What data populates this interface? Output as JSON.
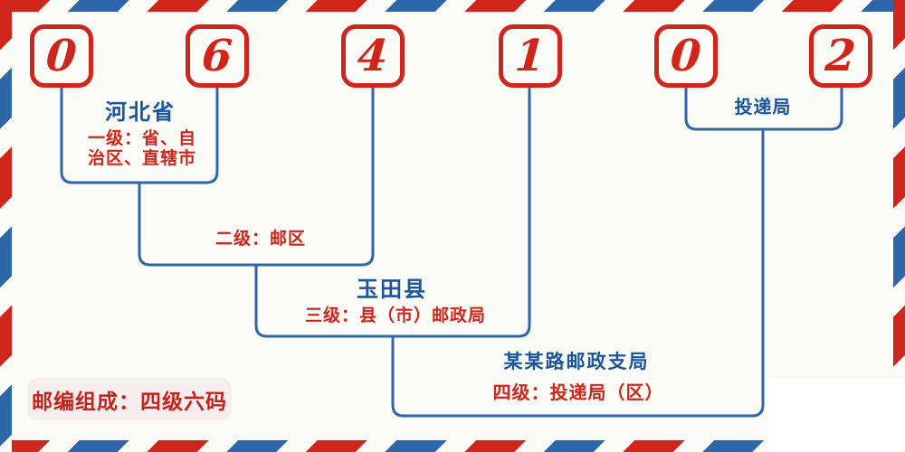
{
  "diagram_title": "postal code structure diagram",
  "postal_code": {
    "digits": [
      "0",
      "6",
      "4",
      "1",
      "0",
      "2"
    ]
  },
  "labels": {
    "province": "河北省",
    "level1_line1": "一级：省、自",
    "level1_line2": "治区、直辖市",
    "level2": "二级：邮区",
    "county": "玉田县",
    "level3": "三级：县（市）邮政局",
    "branch": "某某路邮政支局",
    "level4": "四级：投递局（区）",
    "delivery": "投递局",
    "badge": "邮编组成：四级六码"
  },
  "colors": {
    "red": "#d0251b",
    "stripe_blue": "#2d66a9",
    "text_blue": "#1a55a0",
    "line_blue": "#2d66a9",
    "background": "#fafaf6",
    "badge_background": "#f6edef",
    "corner_patch": "#ffffff"
  }
}
